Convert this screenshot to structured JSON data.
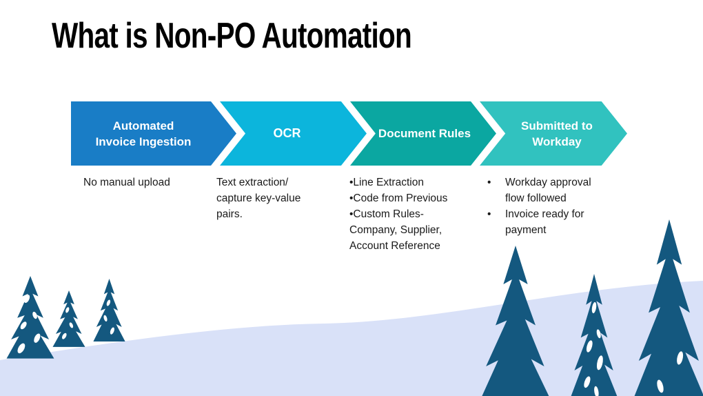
{
  "slide": {
    "title": "What is Non-PO Automation",
    "bullet_char": "•",
    "colors": {
      "step1_blue": "#197dc6",
      "step2_cyan": "#0cb5dc",
      "step3_teal": "#0ba7a1",
      "step4_light_teal": "#31c2bf",
      "tree_blue": "#14587f",
      "snow_hill": "#d9e1f8",
      "body_text": "#1a1a1a",
      "title_text": "#000000",
      "chevron_label_text": "#ffffff"
    },
    "steps": [
      {
        "label": "Automated\nInvoice Ingestion",
        "description": "No manual upload"
      },
      {
        "label": "OCR",
        "description": "Text extraction/\ncapture key-value\npairs."
      },
      {
        "label": "Document Rules",
        "description": "•Line Extraction\n•Code from Previous\n•Custom Rules-\nCompany, Supplier,\nAccount Reference"
      },
      {
        "label": "Submitted to\nWorkday",
        "bullets": [
          "Workday approval flow followed",
          "Invoice ready for payment"
        ]
      }
    ]
  }
}
